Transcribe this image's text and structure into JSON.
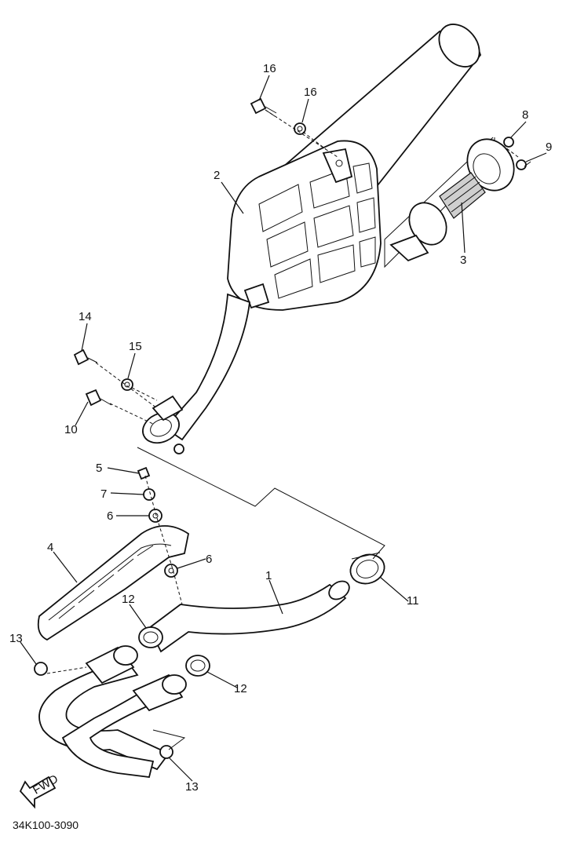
{
  "diagram": {
    "drawing_code": "34K100-3090",
    "fwd_label": "FWD",
    "callouts": [
      {
        "id": "c1",
        "label": "1"
      },
      {
        "id": "c2",
        "label": "2"
      },
      {
        "id": "c3",
        "label": "3"
      },
      {
        "id": "c4",
        "label": "4"
      },
      {
        "id": "c5",
        "label": "5"
      },
      {
        "id": "c6a",
        "label": "6"
      },
      {
        "id": "c6b",
        "label": "6"
      },
      {
        "id": "c7",
        "label": "7"
      },
      {
        "id": "c8",
        "label": "8"
      },
      {
        "id": "c9",
        "label": "9"
      },
      {
        "id": "c10",
        "label": "10"
      },
      {
        "id": "c11",
        "label": "11"
      },
      {
        "id": "c12a",
        "label": "12"
      },
      {
        "id": "c12b",
        "label": "12"
      },
      {
        "id": "c13a",
        "label": "13"
      },
      {
        "id": "c13b",
        "label": "13"
      },
      {
        "id": "c14",
        "label": "14"
      },
      {
        "id": "c15",
        "label": "15"
      },
      {
        "id": "c16a",
        "label": "16"
      },
      {
        "id": "c16b",
        "label": "16"
      }
    ]
  }
}
